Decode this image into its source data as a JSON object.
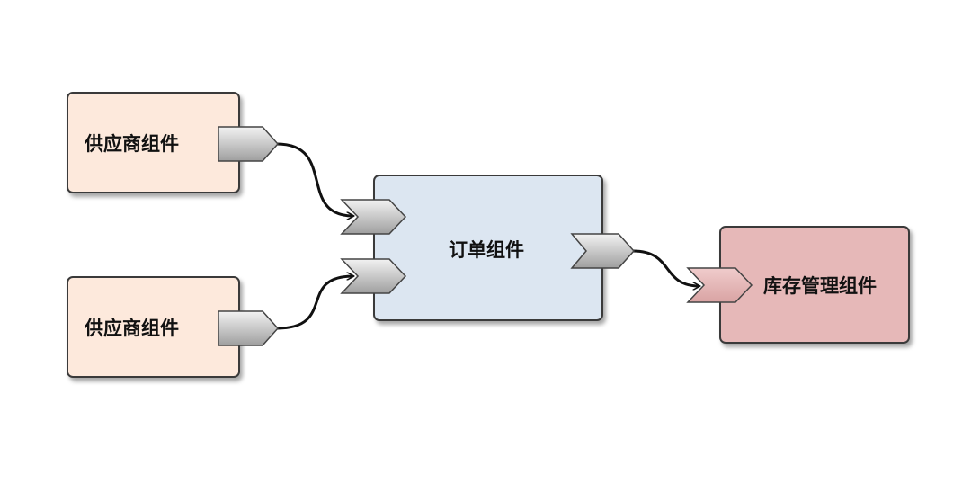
{
  "diagram": {
    "supplier_top": {
      "label": "供应商组件"
    },
    "supplier_bottom": {
      "label": "供应商组件"
    },
    "order": {
      "label": "订单组件"
    },
    "inventory": {
      "label": "库存管理组件"
    },
    "colors": {
      "supplier_fill": "#fde9dc",
      "order_fill": "#dce6f1",
      "inventory_fill": "#e6b8b8",
      "port_fill": "#d0d0d0",
      "inventory_port_fill": "#e6b8b8",
      "border": "#3a3a3a"
    },
    "connections": [
      {
        "from": "supplier_top",
        "to": "order"
      },
      {
        "from": "supplier_bottom",
        "to": "order"
      },
      {
        "from": "order",
        "to": "inventory"
      }
    ]
  }
}
